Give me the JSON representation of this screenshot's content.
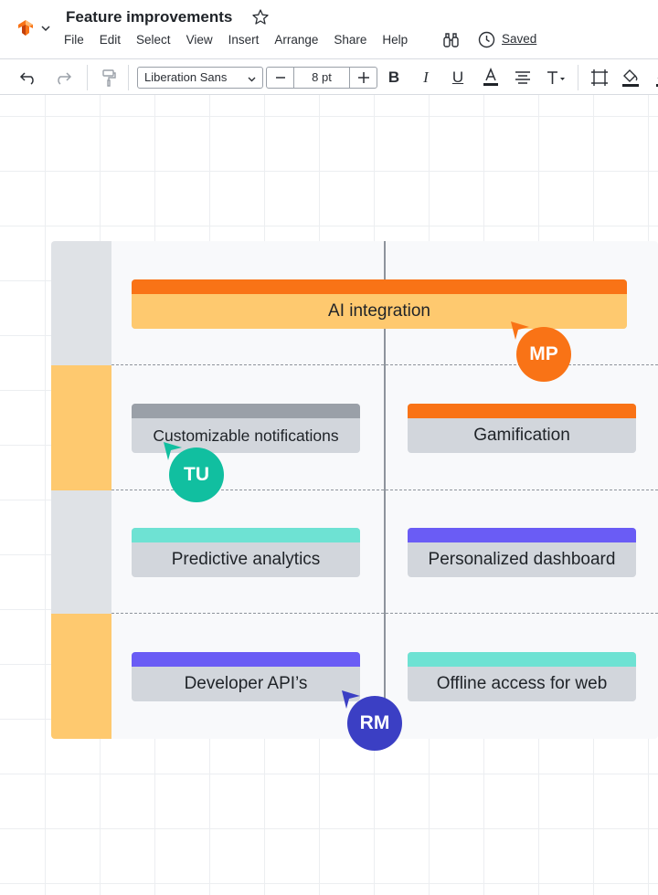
{
  "document": {
    "title": "Feature improvements",
    "status": "Saved"
  },
  "menu": [
    "File",
    "Edit",
    "Select",
    "View",
    "Insert",
    "Arrange",
    "Share",
    "Help"
  ],
  "toolbar": {
    "font_family": "Liberation Sans",
    "font_size": "8 pt"
  },
  "icons": {
    "logo": "app-logo-icon",
    "caret": "chevron-down-icon",
    "star": "star-icon",
    "find": "binoculars-icon",
    "history": "clock-icon",
    "undo": "undo-icon",
    "redo": "redo-icon",
    "format_painter": "paint-roller-icon",
    "bold": "bold-icon",
    "italic": "italic-icon",
    "underline": "underline-icon",
    "text_color": "text-color-icon",
    "align": "align-icon",
    "text_options": "text-options-icon",
    "select_shape": "shape-select-icon",
    "fill": "paint-bucket-icon"
  },
  "board": {
    "cards": [
      {
        "id": "ai-integration",
        "label": "AI integration",
        "accent": "#f97316"
      },
      {
        "id": "customizable-notifications",
        "label": "Customizable notifications",
        "accent": "#9aa0a8"
      },
      {
        "id": "gamification",
        "label": "Gamification",
        "accent": "#f97316"
      },
      {
        "id": "predictive-analytics",
        "label": "Predictive analytics",
        "accent": "#6ee2d3"
      },
      {
        "id": "personalized-dashboard",
        "label": "Personalized dashboard",
        "accent": "#6a5cf5"
      },
      {
        "id": "developer-apis",
        "label": "Developer API’s",
        "accent": "#6a5cf5"
      },
      {
        "id": "offline-access",
        "label": "Offline access for web",
        "accent": "#6ee2d3"
      }
    ],
    "lane_colors": [
      "#dfe2e6",
      "#fec96f",
      "#dfe2e6",
      "#fec96f"
    ]
  },
  "collaborators": [
    {
      "initials": "MP",
      "color": "#f97316"
    },
    {
      "initials": "TU",
      "color": "#11bfa0"
    },
    {
      "initials": "RM",
      "color": "#3b3fc4"
    }
  ]
}
